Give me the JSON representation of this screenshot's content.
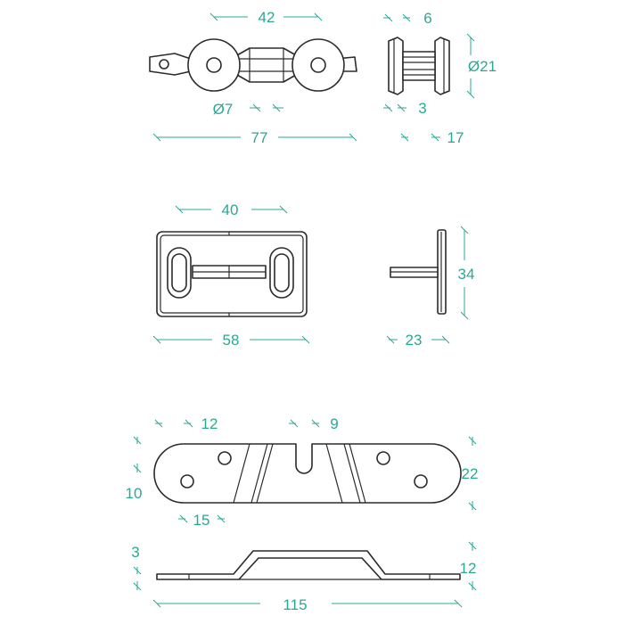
{
  "colors": {
    "outline": "#2b2b2b",
    "dimension": "#2aa894",
    "background": "#ffffff"
  },
  "views": {
    "roller_front": {
      "width_top": "42",
      "pin_diameter": "Ø7",
      "overall_length": "77"
    },
    "roller_side": {
      "wheel_width": "6",
      "wheel_diameter": "Ø21",
      "flange": "3",
      "overall_width": "17"
    },
    "plate_front": {
      "slot_spacing": "40",
      "plate_width": "58"
    },
    "plate_side": {
      "plate_height": "34",
      "depth": "23"
    },
    "bracket_top": {
      "hole_offset": "12",
      "notch_width": "9",
      "height": "22",
      "hole_height": "10",
      "hole_spacing": "15"
    },
    "bracket_side": {
      "thickness": "3",
      "rise": "12",
      "length": "115"
    }
  }
}
